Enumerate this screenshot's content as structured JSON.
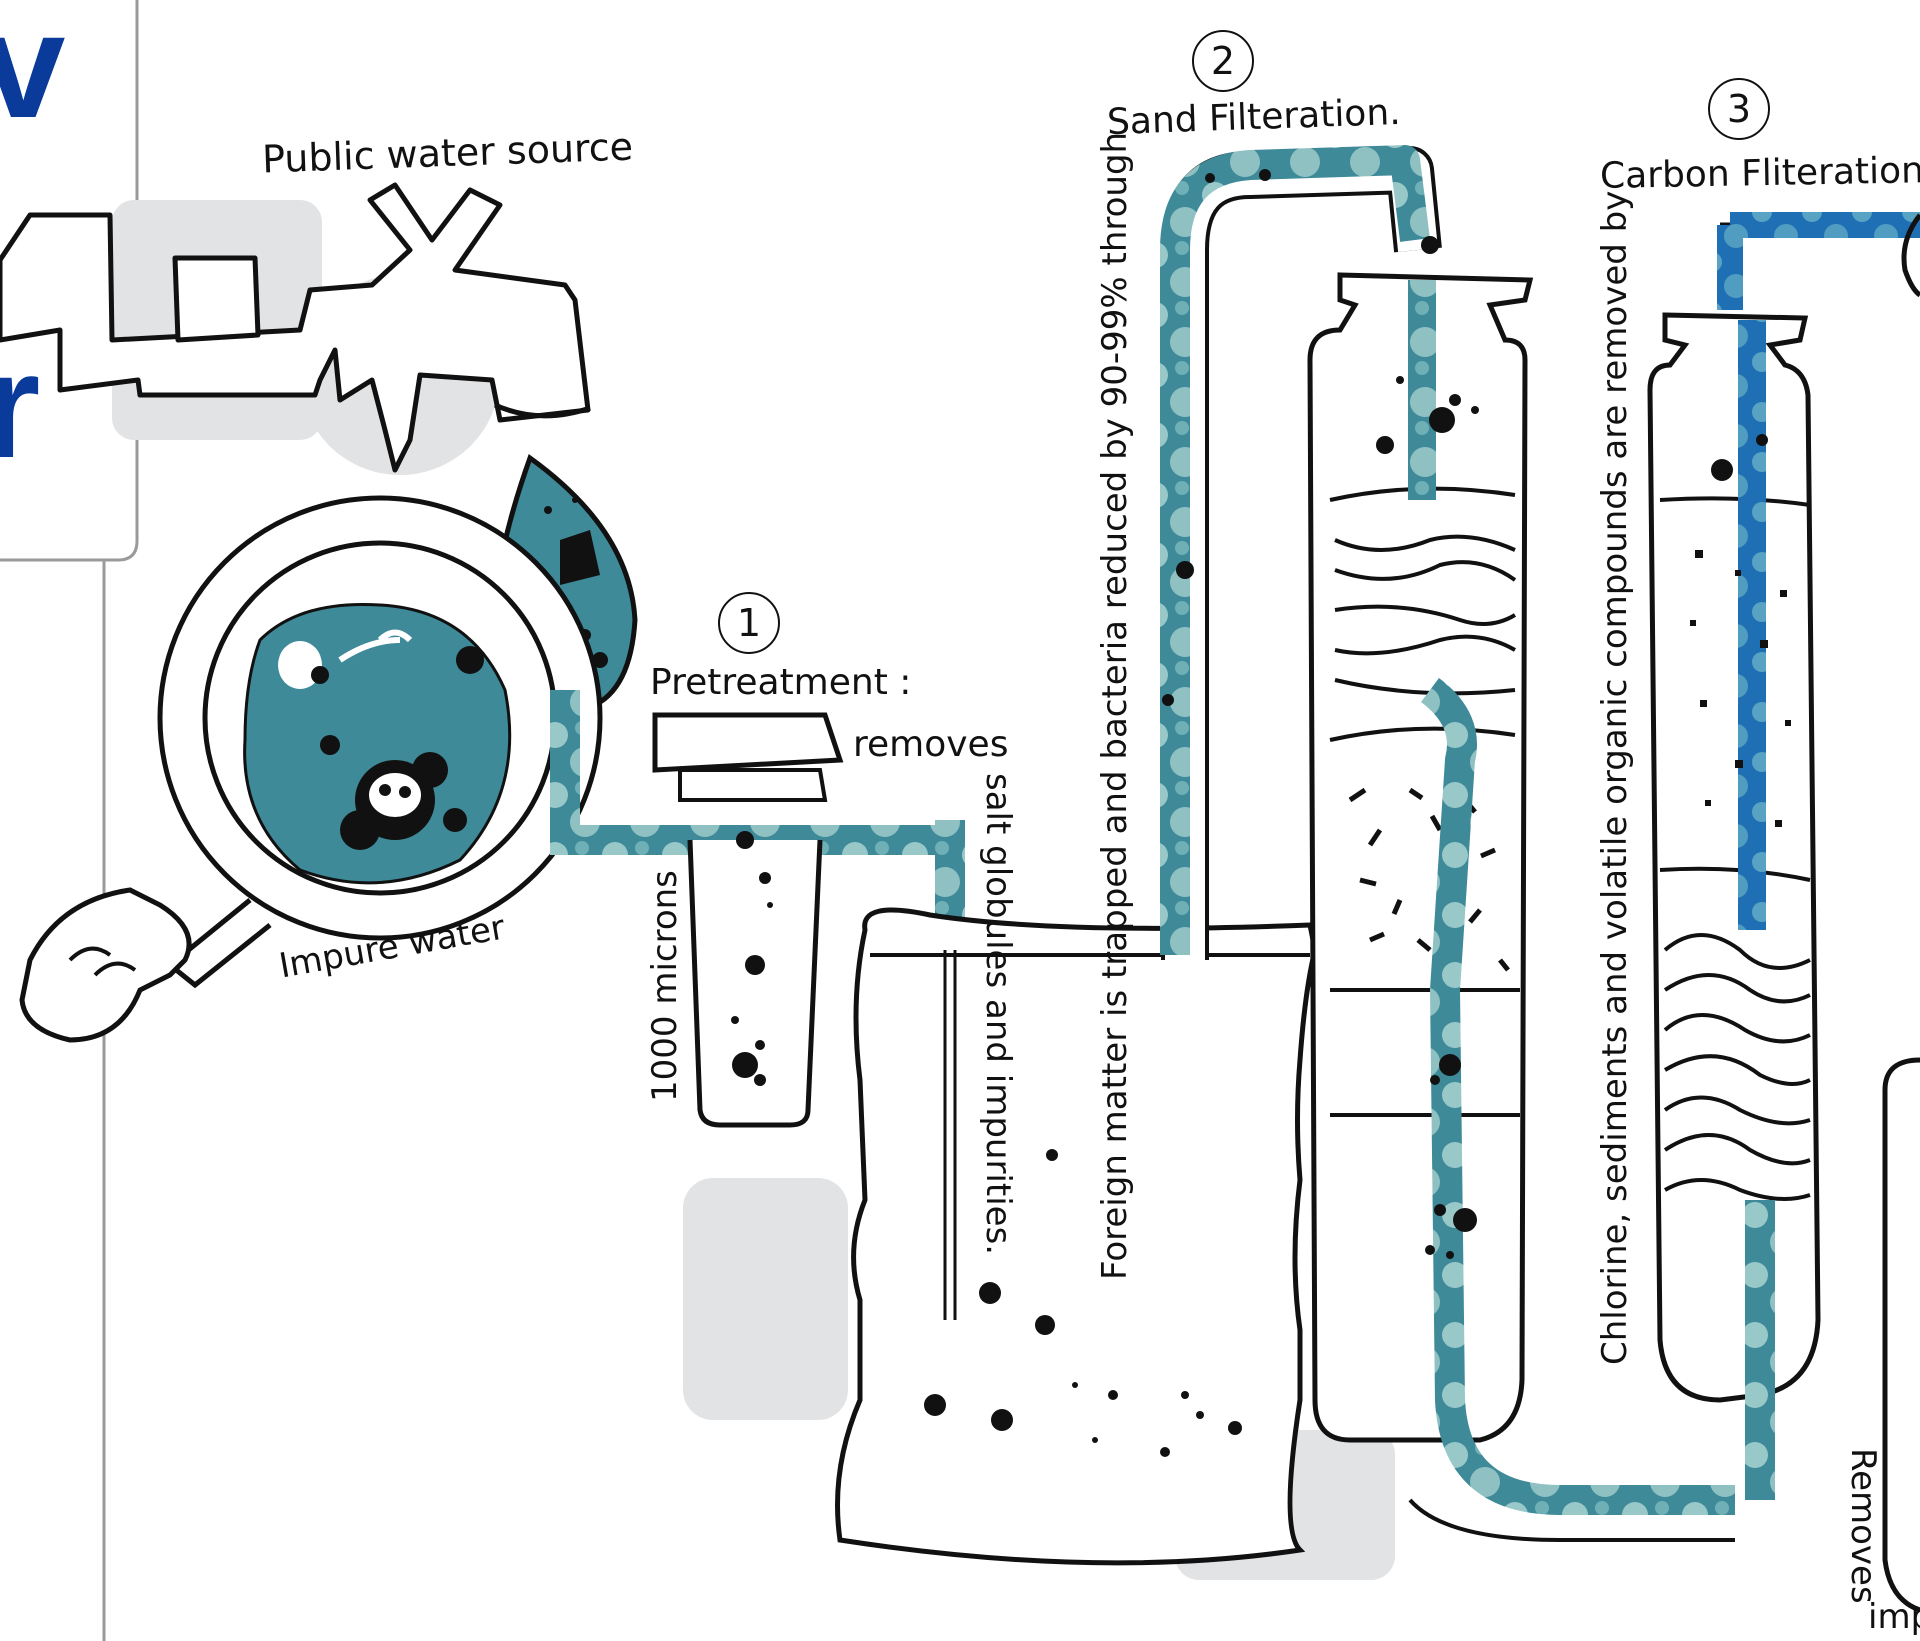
{
  "title_fragments": [
    "v",
    "r"
  ],
  "labels": {
    "source": "Public water source",
    "impure": "Impure water",
    "microns": "1000 microns",
    "pretreatment": "Pretreatment :",
    "removes_1": "removes",
    "pretreatment_detail": "salt globules and impurities.",
    "sand": "Sand Filteration.",
    "sand_detail": "Foreign matter is trapped and bacteria reduced by 90-99% through",
    "carbon": "Carbon Fliteration.",
    "carbon_detail": "Chlorine, sediments and volatile organic compounds are removed by",
    "removes_3": "Removes",
    "imp": "imp"
  },
  "steps": [
    "1",
    "2",
    "3"
  ],
  "colors": {
    "water": "#3e8a99",
    "water_light": "#9ecccb",
    "water_blue": "#1f6fb5",
    "shadow": "#e2e3e5",
    "title": "#0a3a9a"
  }
}
